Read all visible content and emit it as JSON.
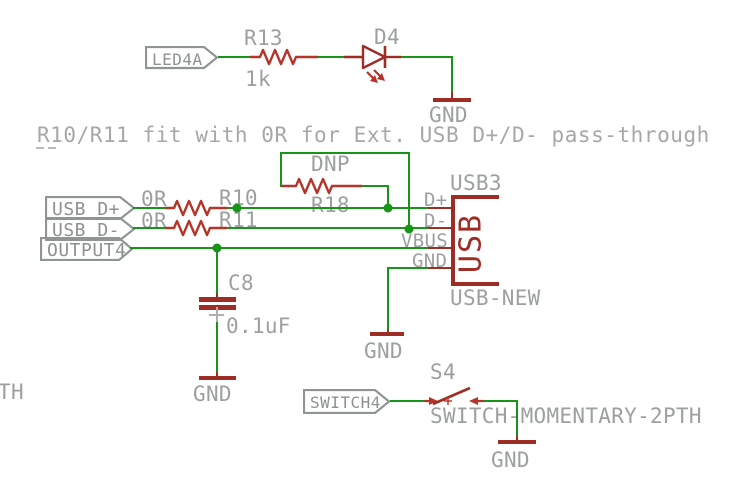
{
  "note": {
    "text": "R10/R11 fit with 0R for Ext. USB D+/D- pass-through"
  },
  "clipped_text_left": "TH",
  "led_section": {
    "flag": "LED4A",
    "r13_name": "R13",
    "r13_value": "1k",
    "led_name": "D4",
    "gnd": "GND"
  },
  "usb_section": {
    "flag_dplus": "USB_D+",
    "flag_dminus": "USB_D-",
    "flag_output": "OUTPUT4",
    "r10_name": "R10",
    "r10_value": "0R",
    "r11_name": "R11",
    "r11_value": "0R",
    "r18_name": "R18",
    "r18_value": "DNP",
    "c8_name": "C8",
    "c8_value": "0.1uF",
    "c8_gnd": "GND",
    "connector": {
      "designator": "USB3",
      "body_text": "USB",
      "package": "USB-NEW",
      "pins": [
        "D+",
        "D-",
        "VBUS",
        "GND"
      ],
      "gnd": "GND"
    }
  },
  "switch_section": {
    "flag": "SWITCH4",
    "designator": "S4",
    "part_name": "SWITCH-MOMENTARY-2PTH",
    "gnd": "GND"
  },
  "colors": {
    "wire_green": "#189418",
    "symbol_red": "#9e2d26",
    "resistor_red": "#b5352b",
    "label_gray": "#9ca0a0",
    "flag_gray": "#8f9494"
  }
}
